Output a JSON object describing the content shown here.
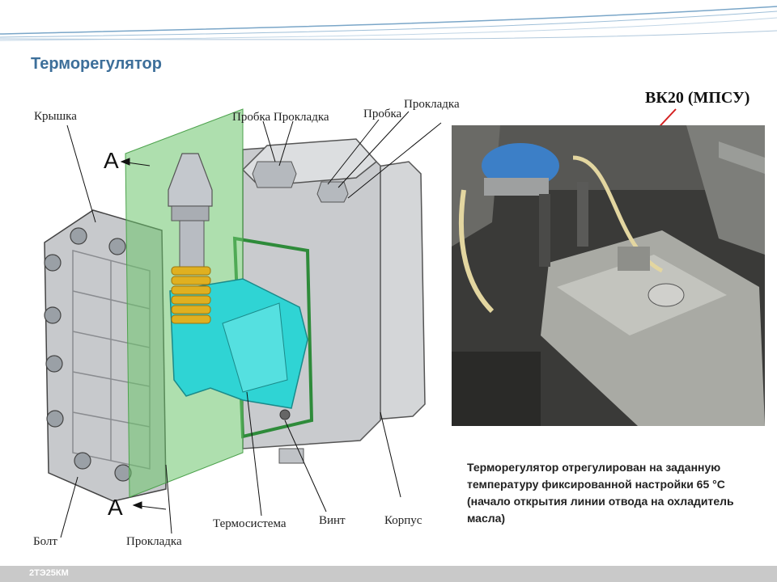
{
  "title": "Терморегулятор",
  "diagram": {
    "labels": {
      "cover": "Крышка",
      "plug_gasket": "Пробка Прокладка",
      "plug": "Пробка",
      "gasket_top": "Прокладка",
      "bolt": "Болт",
      "gasket_bottom": "Прокладка",
      "thermosystem": "Термосистема",
      "screw": "Винт",
      "housing": "Корпус"
    },
    "section_marks": [
      "A",
      "A"
    ]
  },
  "photo": {
    "caption": "ВК20 (МПСУ)"
  },
  "description": "Терморегулятор отрегулирован на заданную температуру фиксированной настройки 65 °С (начало открытия линии отвода на охладитель масла)",
  "footer": {
    "label": "2ТЭ25КМ"
  },
  "colors": {
    "title": "#3d6f9a",
    "section_plane": "#6cc46c",
    "thermosystem": "#2fd4d4",
    "bellows": "#e0b020",
    "footer": "#c9c9c9"
  }
}
